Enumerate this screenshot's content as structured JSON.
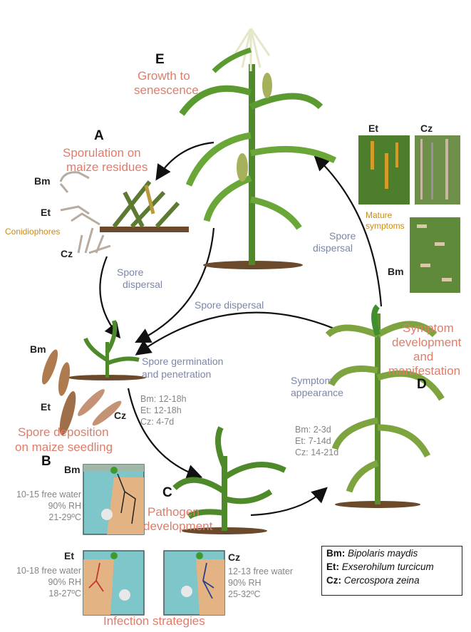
{
  "stages": {
    "A": {
      "letter": "A",
      "title_1": "Sporulation on",
      "title_2": "maize residues"
    },
    "B": {
      "letter": "B",
      "title_1": "Spore deposition",
      "title_2": "on maize seedling"
    },
    "C": {
      "letter": "C",
      "title_1": "Pathogen",
      "title_2": "development"
    },
    "D": {
      "letter": "D",
      "title_1": "Symptom",
      "title_2": "development",
      "title_3": "and",
      "title_4": "manifestation"
    },
    "E": {
      "letter": "E",
      "title_1": "Growth to",
      "title_2": "senescence"
    }
  },
  "labels": {
    "conidiophores": "Conidiophores",
    "spore_dispersal_1": "Spore",
    "spore_dispersal_2": "dispersal",
    "spore_dispersal_mid": "Spore dispersal",
    "germination_1": "Spore germination",
    "germination_2": "and penetration",
    "symptom_appearance_1": "Symptom",
    "symptom_appearance_2": "appearance",
    "mature_1": "Mature",
    "mature_2": "symptoms",
    "infection_strategies": "Infection strategies"
  },
  "abbr": {
    "bm": "Bm",
    "et": "Et",
    "cz": "Cz"
  },
  "germination_times": [
    "Bm: 12-18h",
    "Et: 12-18h",
    "Cz: 4-7d"
  ],
  "appearance_times": [
    "Bm: 2-3d",
    "Et: 7-14d",
    "Cz: 14-21d"
  ],
  "conditions": {
    "bm": [
      "10-15 free water",
      "90% RH",
      "21-29ºC"
    ],
    "et": [
      "10-18 free water",
      "90% RH",
      "18-27ºC"
    ],
    "cz": [
      "12-13 free water",
      "90% RH",
      "25-32ºC"
    ]
  },
  "legend": [
    {
      "abbr": "Bm:",
      "name": "Bipolaris maydis"
    },
    {
      "abbr": "Et:",
      "name": "Exserohilum turcicum"
    },
    {
      "abbr": "Cz:",
      "name": "Cercospora zeina"
    }
  ],
  "colors": {
    "stage_text": "#e07c6a",
    "arrow_text": "#7c86a8",
    "leaf": "#3f8f2e",
    "soil": "#6b4a2b",
    "cell_blue": "#7ec6c9",
    "cell_tan": "#e3b384"
  }
}
